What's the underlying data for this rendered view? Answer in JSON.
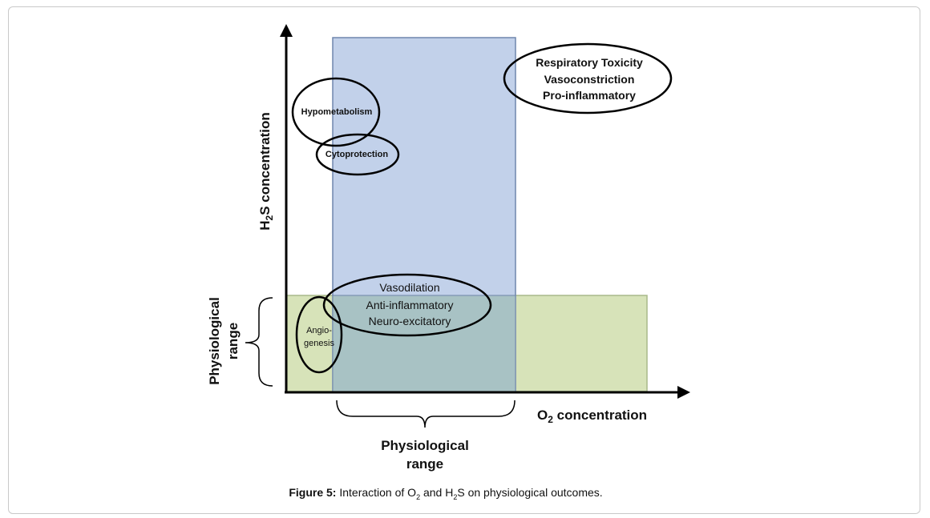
{
  "diagram": {
    "y_axis": {
      "prefix": "H",
      "sub": "2",
      "suffix": "S concentration"
    },
    "x_axis": {
      "prefix": "O",
      "sub": "2",
      "suffix": " concentration"
    },
    "physiological_range_o2": [
      "Physiological",
      "range"
    ],
    "physiological_range_h2s": [
      "Physiological",
      "range"
    ],
    "effects": {
      "high_o2_high_h2s": [
        "Respiratory Toxicity",
        "Vasoconstriction",
        "Pro-inflammatory"
      ],
      "hypometabolism": "Hypometabolism",
      "cytoprotection": "Cytoprotection",
      "physiological": [
        "Vasodilation",
        "Anti-inflammatory",
        "Neuro-excitatory"
      ],
      "angiogenesis": [
        "Angio-",
        "genesis"
      ]
    },
    "colors": {
      "o2_range": "#b7c9e6",
      "h2s_range": "#d7e3b9",
      "overlap": "#a8c2c4"
    }
  },
  "caption": {
    "label": "Figure 5:",
    "text_a": "Interaction of O",
    "sub_a": "2",
    "text_b": " and H",
    "sub_b": "2",
    "text_c": "S on physiological outcomes."
  }
}
